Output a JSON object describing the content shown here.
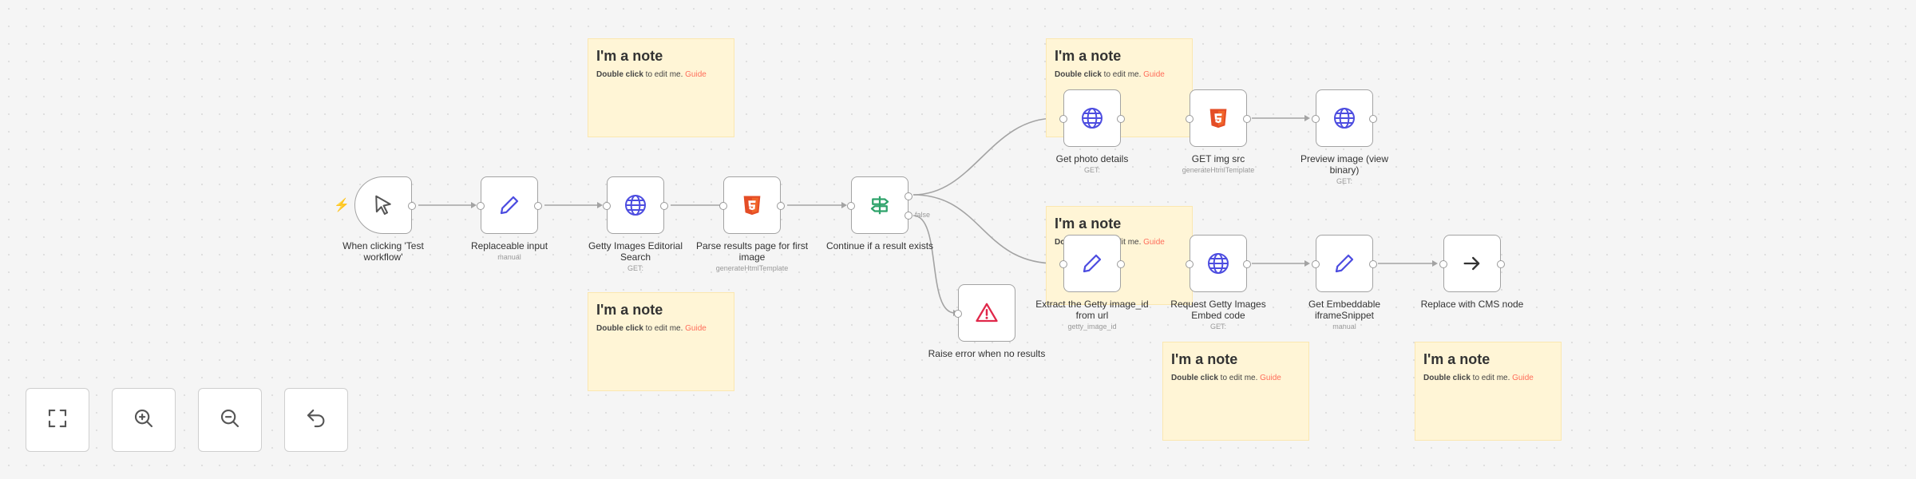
{
  "notes": [
    {
      "title": "I'm a note",
      "strong": "Double click",
      "text": " to edit me. ",
      "link": "Guide"
    },
    {
      "title": "I'm a note",
      "strong": "Double click",
      "text": " to edit me. ",
      "link": "Guide"
    },
    {
      "title": "I'm a note",
      "strong": "Double click",
      "text": " to edit me. ",
      "link": "Guide"
    },
    {
      "title": "I'm a note",
      "strong": "Double click",
      "text": " to edit me. ",
      "link": "Guide"
    },
    {
      "title": "I'm a note",
      "strong": "Double click",
      "text": " to edit me. ",
      "link": "Guide"
    },
    {
      "title": "I'm a note",
      "strong": "Double click",
      "text": " to edit me. ",
      "link": "Guide"
    }
  ],
  "nodes": [
    {
      "label": "When clicking 'Test workflow'",
      "sub": "",
      "icon": "cursor-icon"
    },
    {
      "label": "Replaceable input",
      "sub": "manual",
      "icon": "pencil-icon"
    },
    {
      "label": "Getty Images Editorial Search",
      "sub": "GET:",
      "icon": "globe-icon"
    },
    {
      "label": "Parse results page for first image",
      "sub": "generateHtmlTemplate",
      "icon": "html5-icon"
    },
    {
      "label": "Continue if a result exists",
      "sub": "",
      "icon": "signpost-icon"
    },
    {
      "label": "Raise error when no results",
      "sub": "",
      "icon": "warning-icon"
    },
    {
      "label": "Get photo details",
      "sub": "GET:",
      "icon": "globe-icon"
    },
    {
      "label": "GET img src",
      "sub": "generateHtmlTemplate",
      "icon": "html5-icon"
    },
    {
      "label": "Preview image (view binary)",
      "sub": "GET:",
      "icon": "globe-icon"
    },
    {
      "label": "Extract the Getty image_id from url",
      "sub": "getty_image_id",
      "icon": "pencil-icon"
    },
    {
      "label": "Request Getty Images Embed code",
      "sub": "GET:",
      "icon": "globe-icon"
    },
    {
      "label": "Get Embeddable iframeSnippet",
      "sub": "manual",
      "icon": "pencil-icon"
    },
    {
      "label": "Replace with CMS node",
      "sub": "",
      "icon": "arrow-right-icon"
    }
  ],
  "branch_label_false": "false",
  "controls": {
    "fit": "fit-view-icon",
    "zoom_in": "zoom-in-icon",
    "zoom_out": "zoom-out-icon",
    "reset": "undo-icon"
  },
  "colors": {
    "note_bg": "#fff5d6",
    "accent": "#ff6d5a",
    "icon_blue": "#4d4de0",
    "html_orange": "#e44d26",
    "signpost_green": "#2ea36b",
    "error_red": "#e0284a"
  }
}
